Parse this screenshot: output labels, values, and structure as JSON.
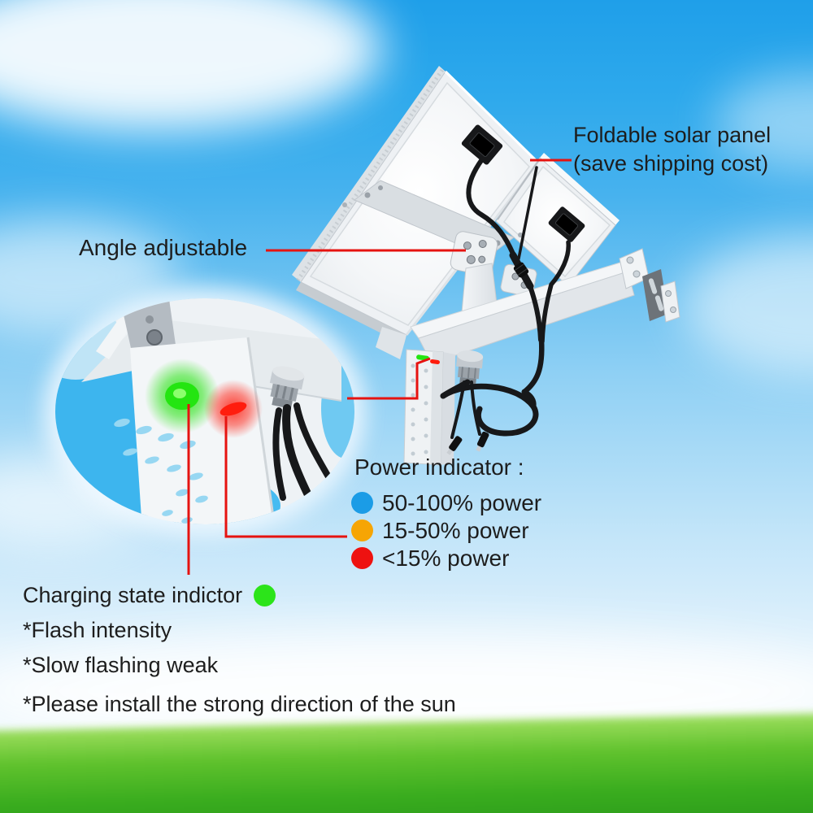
{
  "labels": {
    "foldable_line1": "Foldable solar panel",
    "foldable_line2": "(save shipping cost)",
    "angle_adjustable": "Angle adjustable"
  },
  "power_indicator": {
    "title": "Power indicator :",
    "levels": [
      {
        "label": "50-100% power",
        "color": "#1b9ce6"
      },
      {
        "label": "15-50% power",
        "color": "#f6a504"
      },
      {
        "label": "<15% power",
        "color": "#ee1210"
      }
    ]
  },
  "charging_indicator": {
    "label": "Charging state indictor",
    "dot_color": "#2ce41a",
    "notes": [
      "*Flash intensity",
      "*Slow flashing weak",
      "*Please install the strong direction of the sun"
    ]
  },
  "colors": {
    "annotation_line": "#e61310",
    "text": "#1d1d1d",
    "led_green": "#24e511",
    "led_red": "#ff1d0e",
    "sky_top": "#1f9fe9",
    "grass_green": "#39ac1e"
  }
}
